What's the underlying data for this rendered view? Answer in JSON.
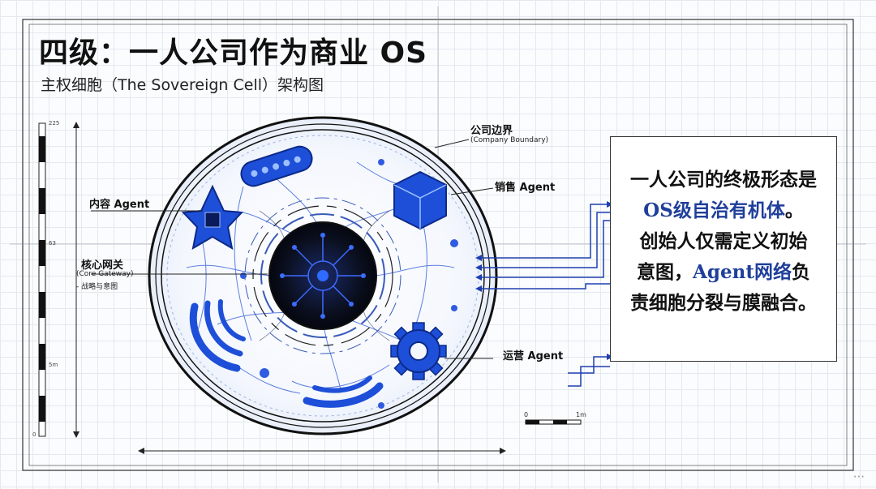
{
  "header": {
    "title": "四级：一人公司作为商业 OS",
    "subtitle": "主权细胞（The Sovereign Cell）架构图"
  },
  "labels": {
    "company_boundary": "公司边界",
    "company_boundary_en": "(Company Boundary)",
    "sales_agent": "销售 Agent",
    "content_agent": "内容 Agent",
    "core_gateway": "核心网关",
    "core_gateway_en": "(Core Gateway)",
    "core_gateway_desc": "- 战略与意图",
    "ops_agent": "运营 Agent"
  },
  "callout": {
    "line1": "一人公司的终极形态是",
    "line2_highlight": "OS级自治有机体",
    "line2_rest": "。",
    "line3": "创始人仅需定义初始",
    "line4_start": "意图，",
    "line4_highlight": "Agent网络",
    "line4_rest": "负",
    "line5": "责细胞分裂与膜融合。"
  },
  "ruler": {
    "ticks": [
      "225",
      "63",
      "5m",
      "0"
    ]
  },
  "scale_bar": {
    "start": "0",
    "end": "1m"
  },
  "watermark": "···",
  "colors": {
    "accent_blue": "#1e4fd8",
    "dark_core": "#0b1020",
    "highlight_text": "#1f3f9a"
  }
}
